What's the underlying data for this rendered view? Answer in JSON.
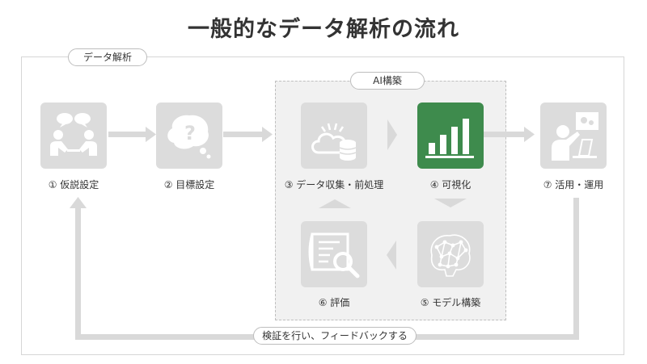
{
  "title": "一般的なデータ解析の流れ",
  "frame_label": "データ解析",
  "ai_label": "AI構築",
  "feedback_label": "検証を行い、フィードバックする",
  "steps": {
    "s1": {
      "label": "① 仮説設定",
      "icon": "discussion-people-icon"
    },
    "s2": {
      "label": "② 目標設定",
      "icon": "question-thought-icon"
    },
    "s3": {
      "label": "③ データ収集・前処理",
      "icon": "cloud-database-icon"
    },
    "s4": {
      "label": "④ 可視化",
      "icon": "bar-chart-icon"
    },
    "s5": {
      "label": "⑤ モデル構築",
      "icon": "neural-brain-icon"
    },
    "s6": {
      "label": "⑥ 評価",
      "icon": "blueprint-search-icon"
    },
    "s7": {
      "label": "⑦ 活用・運用",
      "icon": "presenter-icon"
    }
  },
  "colors": {
    "highlight": "#3e8b4d",
    "tile": "#dcdcdc",
    "arrow": "#d9d9d9"
  }
}
